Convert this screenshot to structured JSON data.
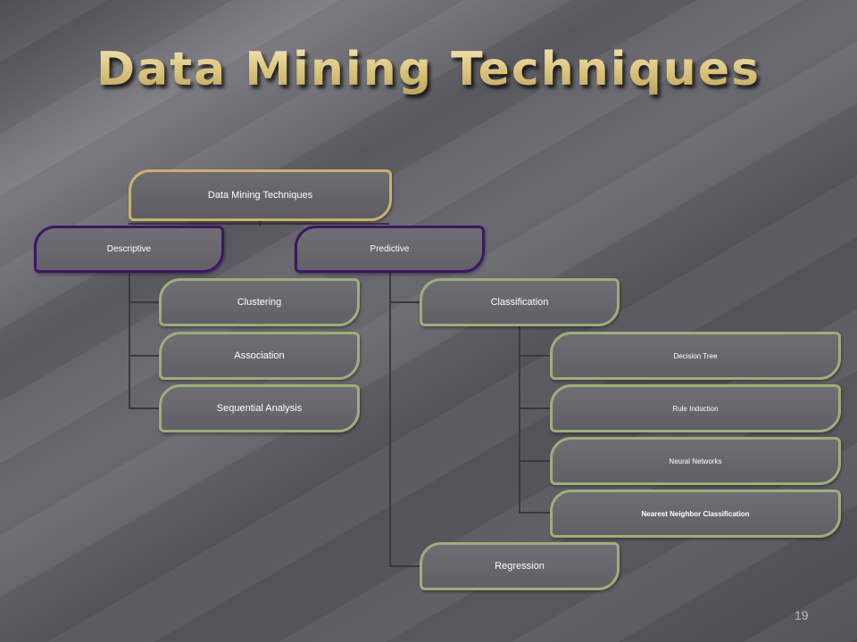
{
  "slide": {
    "title": "Data Mining Techniques",
    "number": "19"
  },
  "diagram": {
    "root": "Data Mining Techniques",
    "descriptive": {
      "label": "Descriptive",
      "children": [
        "Clustering",
        "Association",
        "Sequential Analysis"
      ]
    },
    "predictive": {
      "label": "Predictive",
      "classification": {
        "label": "Classification",
        "children": [
          "Decision Tree",
          "Rule Induction",
          "Neural Networks",
          "Nearest Neighbor Classification"
        ]
      },
      "regression": "Regression"
    }
  },
  "colors": {
    "root_border": "#c9b26a",
    "category_border": "#3d1668",
    "leaf_border": "#9fad7a",
    "title_gold": "#e9d79b"
  }
}
